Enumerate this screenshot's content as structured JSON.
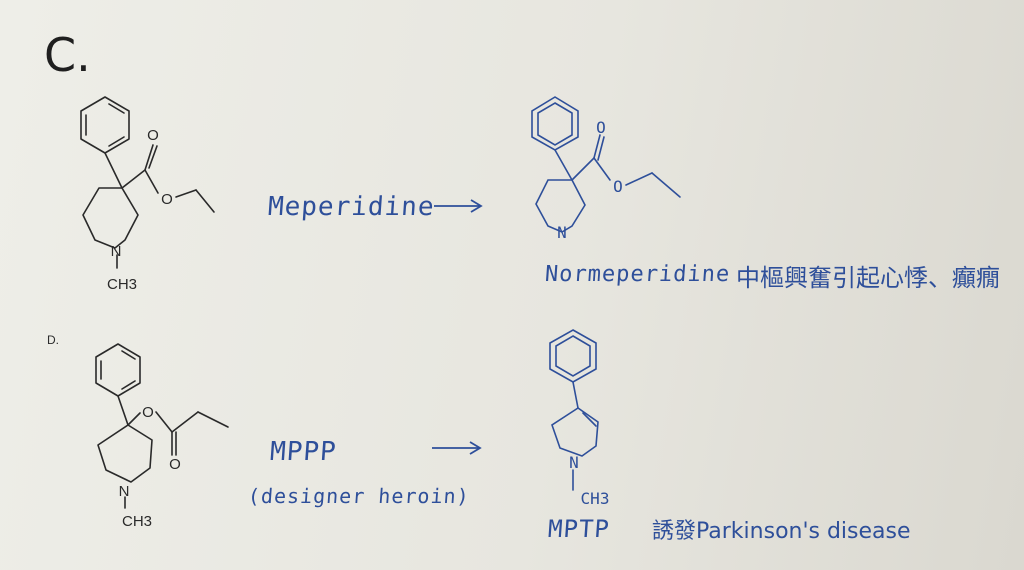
{
  "sections": {
    "c_label": "C.",
    "d_label": "D."
  },
  "reaction_c": {
    "reactant": "Meperidine",
    "product": "Normeperidine",
    "note": "中樞興奮引起心悸、癲癇"
  },
  "reaction_d": {
    "reactant": "MPPP",
    "reactant_note": "(designer heroin)",
    "product": "MPTP",
    "note": "誘發Parkinson's disease"
  },
  "atoms": {
    "O": "O",
    "N": "N",
    "CH3": "CH3"
  },
  "colors": {
    "ink": "#2a2a2a",
    "handwriting": "#2e4f9a"
  }
}
